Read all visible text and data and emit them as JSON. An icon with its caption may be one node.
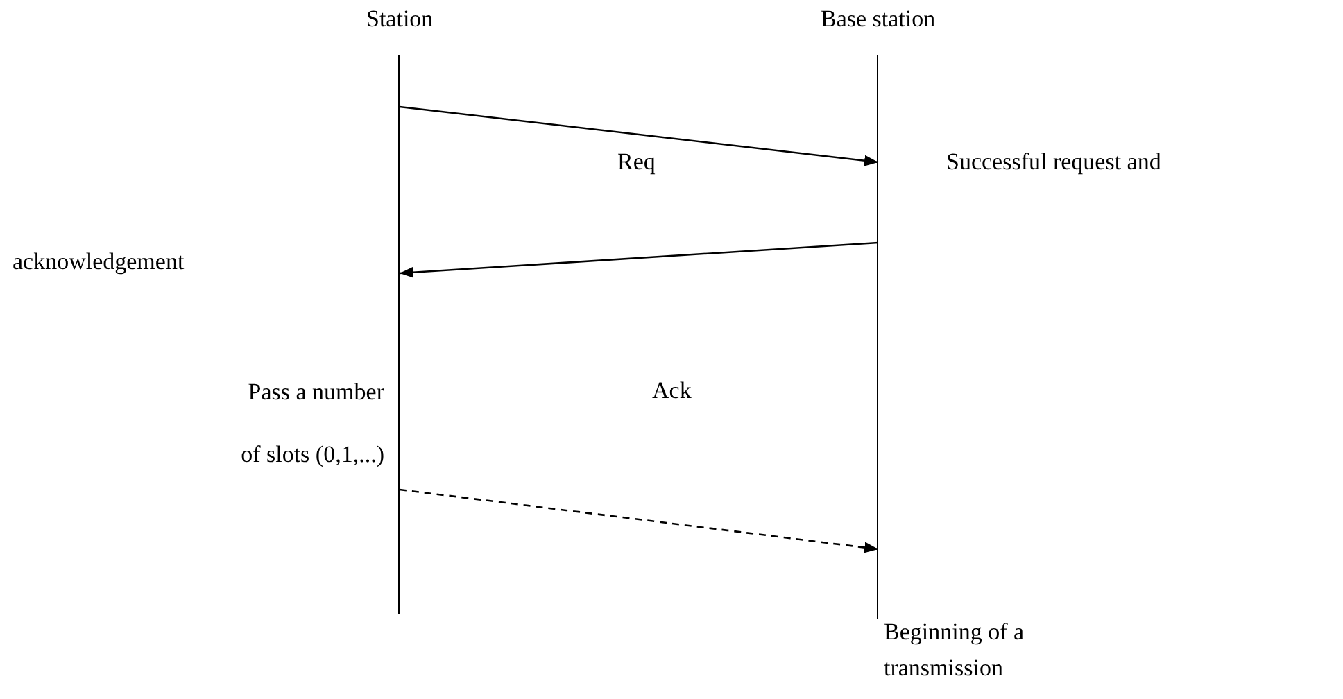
{
  "diagram": {
    "nodes": [
      {
        "text": [],
        "shape": "line",
        "beside": [
          "Station"
        ]
      },
      {
        "text": [],
        "shape": "line",
        "beside": [
          "Base station"
        ]
      }
    ],
    "edges": [
      {
        "from": 0,
        "to": 1,
        "arrow": "to",
        "label": "Req"
      },
      {
        "from": 1,
        "to": 0,
        "arrow": "to"
      },
      {
        "from": 0,
        "to": 1,
        "arrow": "to",
        "style": "dashed"
      }
    ],
    "labels": [
      "Successful request and",
      "acknowledgement",
      "Ack",
      "Pass a number of slots (0,1,...)",
      "Beginning of a transmission"
    ]
  }
}
